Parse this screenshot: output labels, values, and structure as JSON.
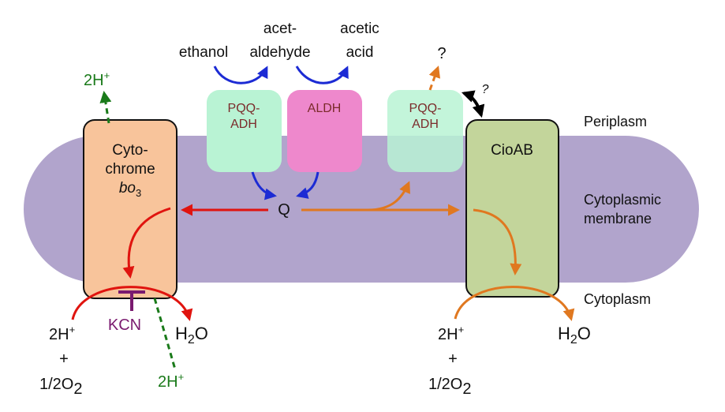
{
  "substrates": {
    "ethanol": "ethanol",
    "acetaldehyde_line1": "acet-",
    "acetaldehyde_line2": "aldehyde",
    "acetic_line1": "acetic",
    "acetic_line2": "acid",
    "unknown_product": "?",
    "unknown_interaction": "?"
  },
  "enzymes": {
    "pqq_adh_1_line1": "PQQ-",
    "pqq_adh_1_line2": "ADH",
    "aldh": "ALDH",
    "pqq_adh_2_line1": "PQQ-",
    "pqq_adh_2_line2": "ADH"
  },
  "complexes": {
    "cyto_line1": "Cyto-",
    "cyto_line2": "chrome",
    "cyto_line3_main": "bo",
    "cyto_line3_sub": "3",
    "cioab": "CioAB"
  },
  "quinone": "Q",
  "inhibitor": "KCN",
  "regions": {
    "periplasm": "Periplasm",
    "membrane_line1": "Cytoplasmic",
    "membrane_line2": "membrane",
    "cytoplasm": "Cytoplasm"
  },
  "left_reaction": {
    "proton_pumped": "2H",
    "proton_pumped_sup": "+",
    "protons_in": "2H",
    "protons_in_sup": "+",
    "plus": "+",
    "oxygen": "1/2O",
    "oxygen_sub": "2",
    "water": "H",
    "water_sub": "2",
    "water_o": "O",
    "proton_bottom": "2H",
    "proton_bottom_sup": "+"
  },
  "right_reaction": {
    "protons_in": "2H",
    "protons_in_sup": "+",
    "plus": "+",
    "oxygen": "1/2O",
    "oxygen_sub": "2",
    "water": "H",
    "water_sub": "2",
    "water_o": "O"
  },
  "colors": {
    "membrane": "#b1a4cc",
    "cytochrome": "#f8c49b",
    "cioab": "#c3d59b",
    "pqq_adh": "#b9f3d4",
    "aldh": "#ee88cc",
    "blue_arrow": "#1c2bd4",
    "red_arrow": "#e0140f",
    "orange_arrow": "#e07820",
    "green_arrow": "#1a7a1a",
    "kcn": "#7a1a6f",
    "black": "#000000"
  }
}
